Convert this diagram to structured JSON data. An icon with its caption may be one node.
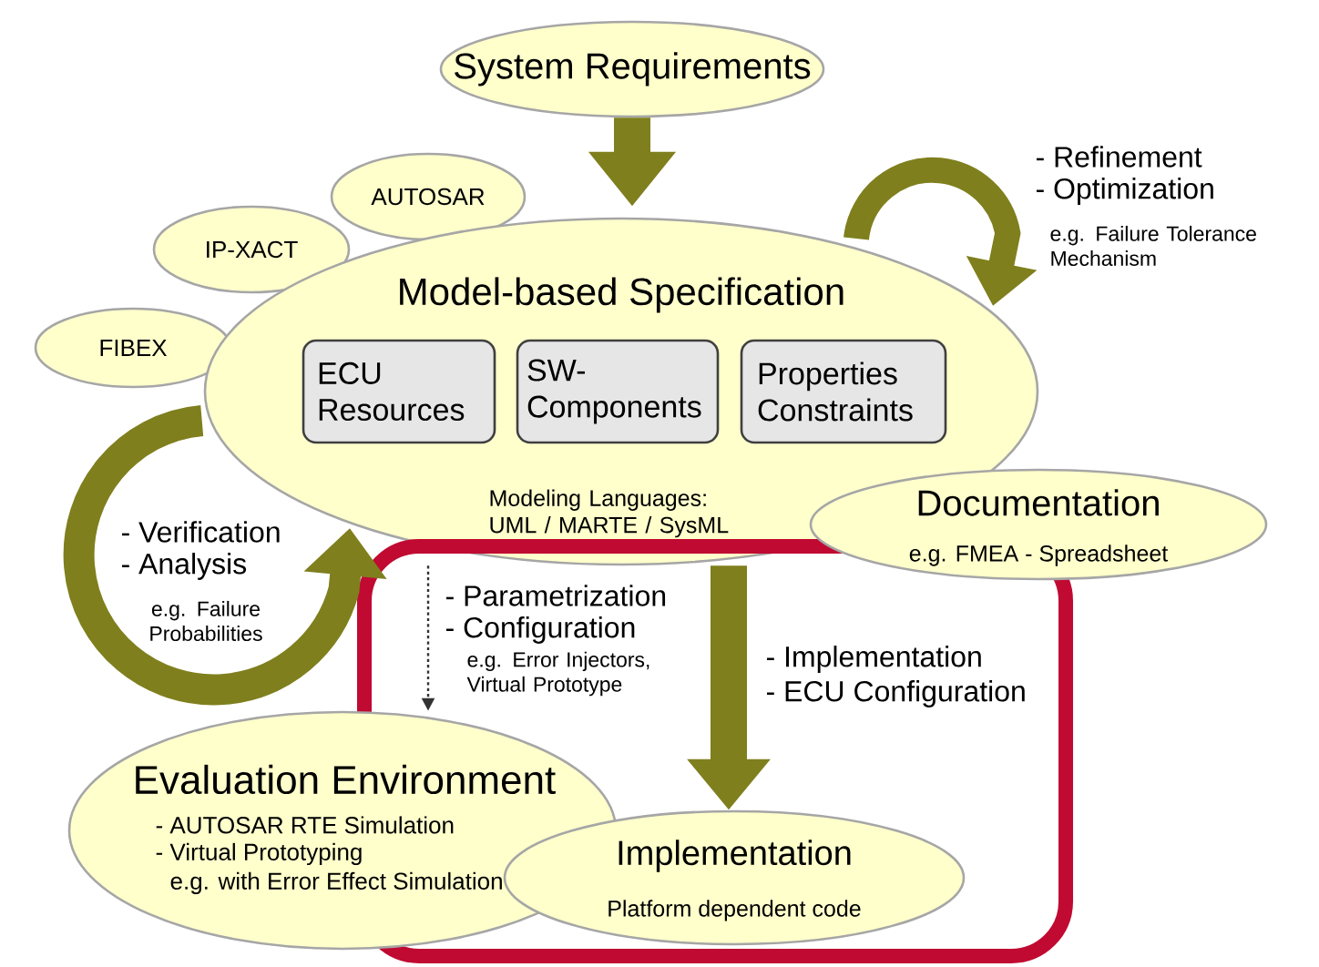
{
  "diagram": {
    "nodes": [
      {
        "text": [
          "System Requirements"
        ]
      },
      {
        "text": [
          "AUTOSAR"
        ]
      },
      {
        "text": [
          "IP-XACT"
        ]
      },
      {
        "text": [
          "FIBEX"
        ]
      },
      {
        "text": [
          "Model-based Specification",
          "Modeling Languages: UML / MARTE / SysML"
        ]
      },
      {
        "text": [
          "ECU Resources"
        ],
        "in": 4
      },
      {
        "text": [
          "SW-Components"
        ],
        "in": 4
      },
      {
        "text": [
          "Properties Constraints"
        ],
        "in": 4
      },
      {
        "text": [
          "Documentation",
          "e.g. FMEA - Spreadsheet"
        ]
      },
      {
        "text": [
          "Evaluation Environment",
          "- AUTOSAR RTE Simulation",
          "- Virtual Prototyping",
          "e.g. with Error Effect Simulation"
        ]
      },
      {
        "text": [
          "Implementation",
          "Platform dependent code"
        ]
      }
    ],
    "edges": [
      {
        "from": 0,
        "to": 4,
        "arrow": "to"
      },
      {
        "from": null,
        "to": 4,
        "arrow": "to"
      },
      {
        "from": null,
        "to": 4,
        "arrow": "to"
      },
      {
        "from": 4,
        "to": 9,
        "arrow": "to",
        "style": "dashed",
        "color": "#333333"
      },
      {
        "from": 4,
        "to": 10,
        "arrow": "to"
      }
    ],
    "labels": [
      "- Refinement",
      "- Optimization",
      "e.g. Failure Tolerance Mechanism",
      "- Verification",
      "- Analysis",
      "e.g. Failure Probabilities",
      "- Parametrization",
      "- Configuration",
      "e.g. Error Injectors, Virtual Prototype",
      "- Implementation",
      "- ECU Configuration"
    ]
  }
}
